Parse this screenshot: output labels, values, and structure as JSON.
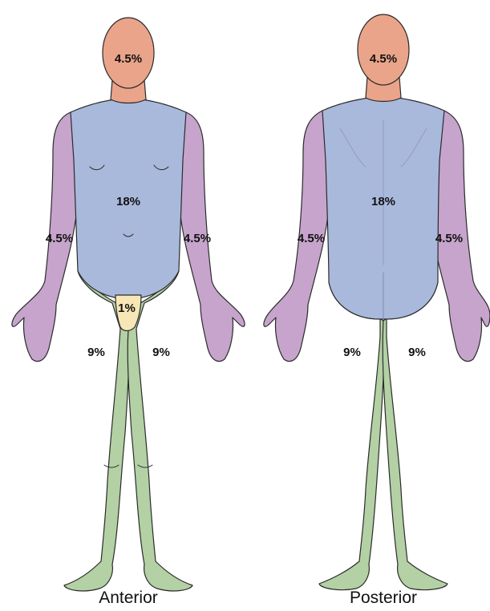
{
  "colors": {
    "head": "#eaa48a",
    "torso": "#a9b9dc",
    "arms": "#c6a4cc",
    "legs": "#b3d1a4",
    "genitals": "#f7e6b6"
  },
  "anterior": {
    "title": "Anterior",
    "labels": {
      "head": "4.5%",
      "torso": "18%",
      "left_arm": "4.5%",
      "right_arm": "4.5%",
      "genitals": "1%",
      "left_leg": "9%",
      "right_leg": "9%"
    }
  },
  "posterior": {
    "title": "Posterior",
    "labels": {
      "head": "4.5%",
      "torso": "18%",
      "left_arm": "4.5%",
      "right_arm": "4.5%",
      "left_leg": "9%",
      "right_leg": "9%"
    }
  }
}
